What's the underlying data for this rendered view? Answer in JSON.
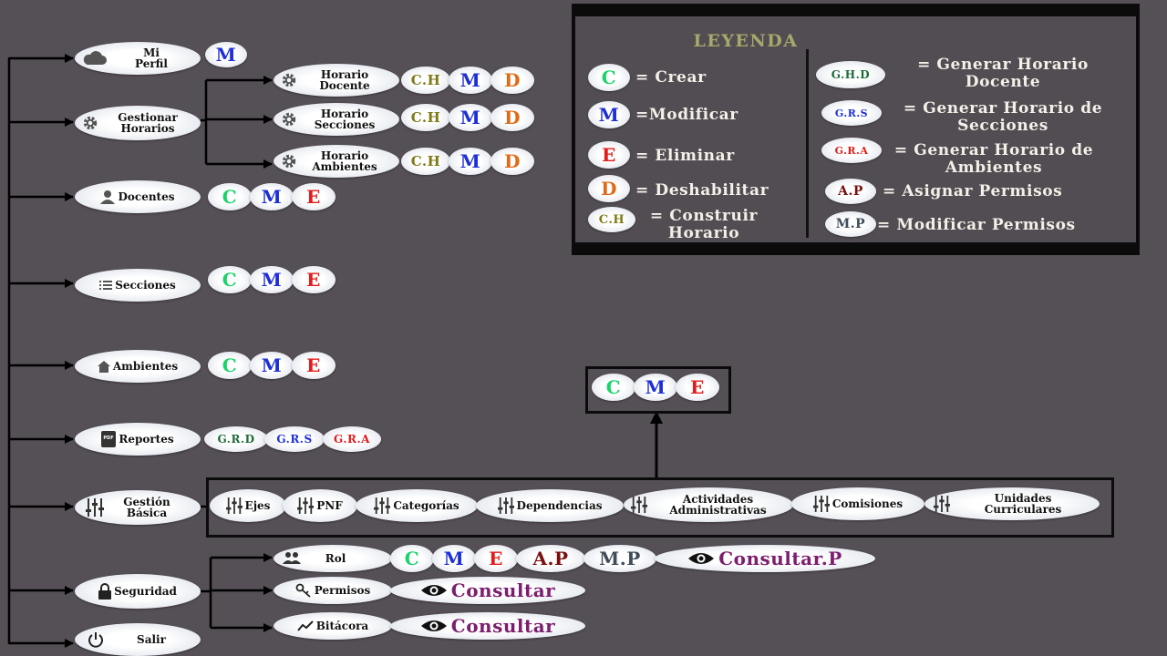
{
  "menu": {
    "perfil": "Mi Perfil",
    "gestionar": "Gestionar Horarios",
    "horario_docente": "Horario Docente",
    "horario_secciones": "Horario Secciones",
    "horario_ambientes": "Horario Ambientes",
    "docentes": "Docentes",
    "secciones": "Secciones",
    "ambientes": "Ambientes",
    "reportes": "Reportes",
    "gestion_basica": "Gestión Básica",
    "seguridad": "Seguridad",
    "salir": "Salir"
  },
  "basica": {
    "ejes": "Ejes",
    "pnf": "PNF",
    "categorias": "Categorías",
    "dependencias": "Dependencias",
    "actividades": "Actividades Administrativas",
    "comisiones": "Comisiones",
    "unidades": "Unidades Curriculares"
  },
  "seguridad": {
    "rol": "Rol",
    "permisos": "Permisos",
    "bitacora": "Bitácora",
    "consultar": "Consultar",
    "consultar_p": "Consultar.P"
  },
  "badges": {
    "c": "C",
    "m": "M",
    "e": "E",
    "d": "D",
    "ch": "C.H",
    "ap": "A.P",
    "mp": "M.P",
    "grd": "G.R.D",
    "grs": "G.R.S",
    "gra": "G.R.A",
    "ghd": "G.H.D"
  },
  "legend": {
    "title": "LEYENDA",
    "crear": "= Crear",
    "modificar": "=Modificar",
    "eliminar": "= Eliminar",
    "deshabilitar": "= Deshabilitar",
    "construir": "= Construir Horario",
    "ghd": "= Generar Horario Docente",
    "grs": "= Generar Horario de Secciones",
    "gra": "= Generar Horario de Ambientes",
    "ap": "= Asignar Permisos",
    "mp": "= Modificar Permisos"
  },
  "colors": {
    "background": "#554f56",
    "crear": "#19d46a",
    "modificar": "#1d2fd6",
    "eliminar": "#e31b1b",
    "deshabilitar": "#e26a17",
    "construir": "#7d7a16",
    "consultar": "#7c1e6f",
    "legend_title": "#a8a86a"
  },
  "icons": [
    "cloud-icon",
    "gear-icon",
    "person-icon",
    "list-icon",
    "home-icon",
    "pdf-icon",
    "sliders-icon",
    "lock-icon",
    "power-icon",
    "users-icon",
    "key-icon",
    "chart-line-icon",
    "eye-icon"
  ]
}
